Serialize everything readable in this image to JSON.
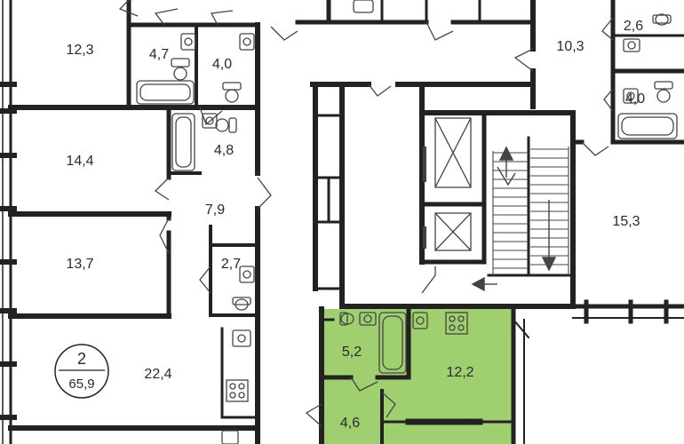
{
  "colors": {
    "wall": "#222222",
    "fixture": "#444444",
    "highlight": "#9fcf6f",
    "background": "#ffffff"
  },
  "rooms": [
    {
      "id": "room-12-3",
      "area": "12,3"
    },
    {
      "id": "room-4-7",
      "area": "4,7"
    },
    {
      "id": "room-4-0-left",
      "area": "4,0"
    },
    {
      "id": "room-14-4",
      "area": "14,4"
    },
    {
      "id": "room-4-8",
      "area": "4,8"
    },
    {
      "id": "room-7-9",
      "area": "7,9"
    },
    {
      "id": "room-13-7",
      "area": "13,7"
    },
    {
      "id": "room-2-7",
      "area": "2,7"
    },
    {
      "id": "room-22-4",
      "area": "22,4"
    },
    {
      "id": "room-10-3",
      "area": "10,3"
    },
    {
      "id": "room-2-6",
      "area": "2,6"
    },
    {
      "id": "room-4-0-right",
      "area": "4,0"
    },
    {
      "id": "room-15-3",
      "area": "15,3"
    },
    {
      "id": "room-5-2",
      "area": "5,2"
    },
    {
      "id": "room-12-2",
      "area": "12,2"
    },
    {
      "id": "room-4-6",
      "area": "4,6"
    }
  ],
  "apartment_badge": {
    "rooms": "2",
    "total_area": "65,9"
  },
  "icons": [
    "toilet-icon",
    "sink-icon",
    "bathtub-icon",
    "shower-icon",
    "stove-icon",
    "elevator-icon",
    "stairs-icon",
    "arrow-icon",
    "door-swing-icon"
  ]
}
